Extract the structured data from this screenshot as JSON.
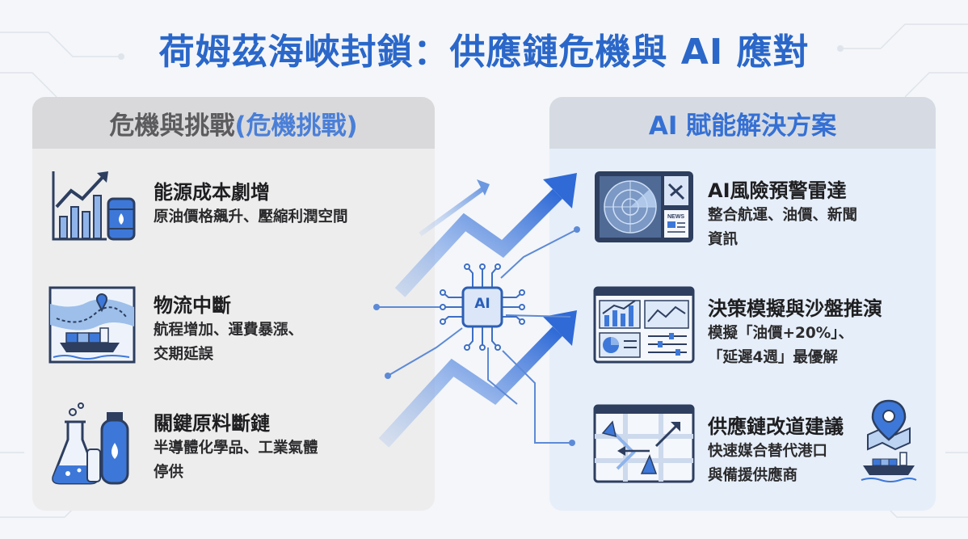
{
  "title": "荷姆茲海峽封鎖：供應鏈危機與 AI 應對",
  "left_panel": {
    "header_main": "危機與挑戰 ",
    "header_accent": "(危機挑戰)",
    "items": [
      {
        "title": "能源成本劇增",
        "desc_lines": [
          "原油價格飆升、壓縮利潤空間"
        ]
      },
      {
        "title": "物流中斷",
        "desc_lines": [
          "航程增加、運費暴漲、",
          "交期延誤"
        ]
      },
      {
        "title": "關鍵原料斷鏈",
        "desc_lines": [
          "半導體化學品、工業氣體",
          "停供"
        ]
      }
    ]
  },
  "right_panel": {
    "header": "AI 賦能解決方案",
    "items": [
      {
        "title": "AI風險預警雷達",
        "desc_lines": [
          "整合航運、油價、新聞",
          "資訊"
        ]
      },
      {
        "title": "決策模擬與沙盤推演",
        "desc_lines": [
          "模擬「油價+20%」、",
          "「延遲4週」最優解"
        ]
      },
      {
        "title": "供應鏈改道建議",
        "desc_lines": [
          "快速媒合替代港口",
          "與備援供應商"
        ]
      }
    ]
  },
  "center": {
    "chip_label": "AI"
  },
  "icons": {
    "left": [
      "rising-chart-oil-barrel-icon",
      "shipping-route-map-icon",
      "chemical-flask-gas-cylinder-icon"
    ],
    "right": [
      "radar-satellite-news-icon",
      "simulation-dashboard-icon",
      "reroute-map-pin-ship-icon"
    ],
    "center": "ai-chip-icon"
  },
  "colors": {
    "title": "#2a67c9",
    "accent_blue": "#3570d4",
    "left_panel_bg": "#ededee",
    "right_panel_bg": "#e6eef9",
    "dark_navy": "#2d3e5f"
  }
}
